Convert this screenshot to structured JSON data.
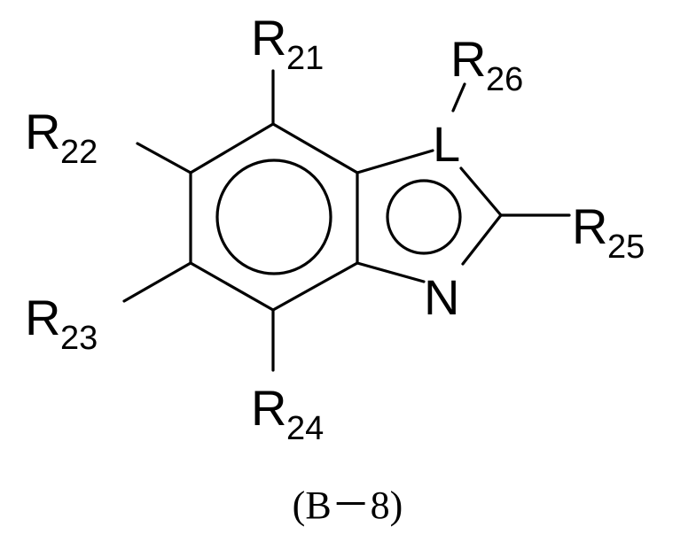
{
  "structure": {
    "substituents": {
      "r21": {
        "base": "R",
        "sub": "21"
      },
      "r22": {
        "base": "R",
        "sub": "22"
      },
      "r23": {
        "base": "R",
        "sub": "23"
      },
      "r24": {
        "base": "R",
        "sub": "24"
      },
      "r25": {
        "base": "R",
        "sub": "25"
      },
      "r26": {
        "base": "R",
        "sub": "26"
      }
    },
    "atoms": {
      "l": "L",
      "n": "N"
    }
  },
  "caption": "(B－8)"
}
